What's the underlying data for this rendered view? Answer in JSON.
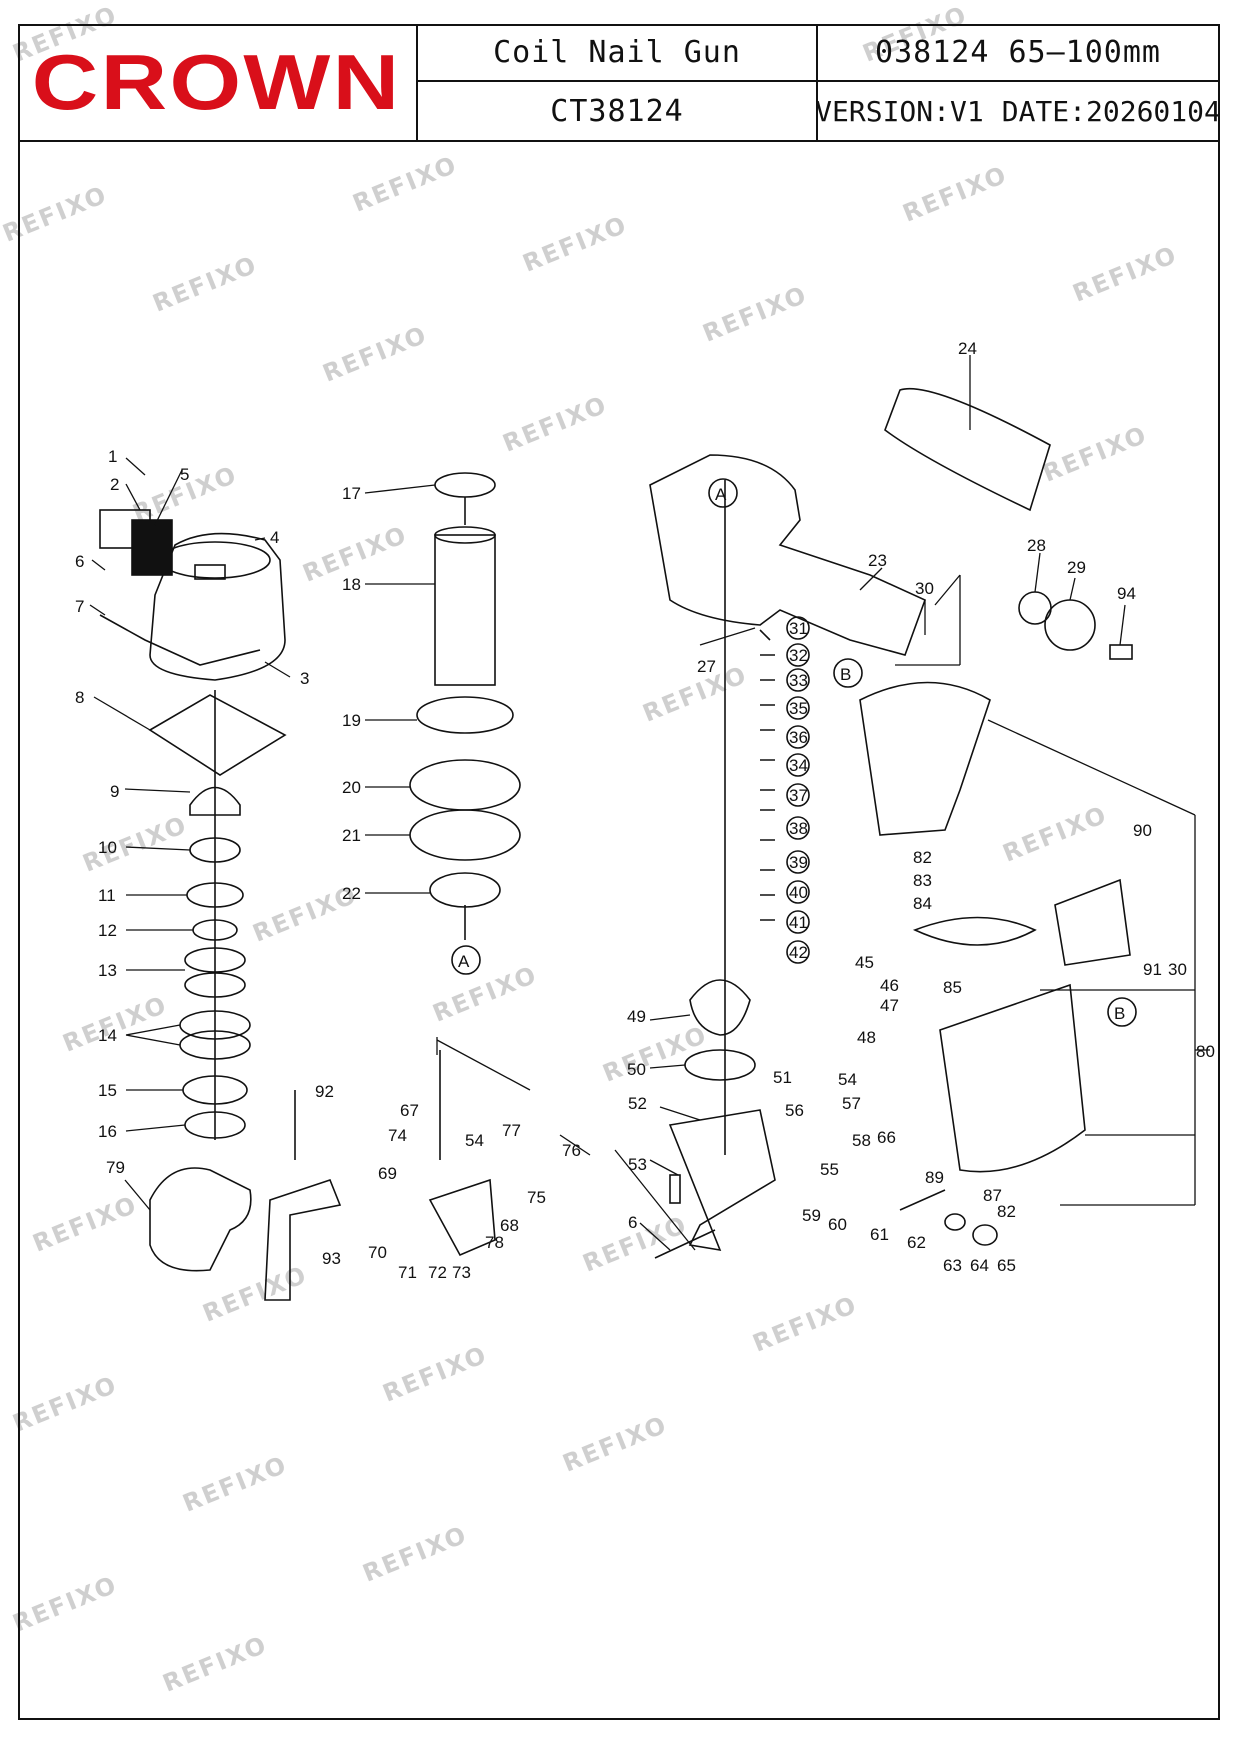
{
  "header": {
    "brand": "CROWN",
    "product_name": "Coil Nail Gun",
    "product_code": "038124 65–100mm",
    "model": "CT38124",
    "version": "VERSION:V1",
    "date": "DATE:20260104"
  },
  "watermark": "REFIXO",
  "colors": {
    "brand_red": "#d90f1a",
    "line": "#111111",
    "watermark": "#cfcfcf"
  },
  "callouts": [
    "1",
    "2",
    "3",
    "4",
    "5",
    "6",
    "7",
    "8",
    "9",
    "10",
    "11",
    "12",
    "13",
    "14",
    "15",
    "16",
    "17",
    "18",
    "19",
    "20",
    "21",
    "22",
    "23",
    "24",
    "27",
    "28",
    "29",
    "30",
    "31",
    "32",
    "33",
    "34",
    "35",
    "36",
    "37",
    "38",
    "39",
    "40",
    "41",
    "42",
    "45",
    "46",
    "47",
    "48",
    "49",
    "50",
    "51",
    "52",
    "53",
    "54",
    "55",
    "56",
    "57",
    "58",
    "59",
    "60",
    "61",
    "62",
    "63",
    "64",
    "65",
    "66",
    "67",
    "68",
    "69",
    "70",
    "71",
    "72",
    "73",
    "74",
    "75",
    "76",
    "77",
    "78",
    "79",
    "80",
    "82",
    "83",
    "84",
    "85",
    "87",
    "89",
    "90",
    "91",
    "92",
    "93",
    "94"
  ],
  "reference_markers": [
    "A",
    "B"
  ]
}
